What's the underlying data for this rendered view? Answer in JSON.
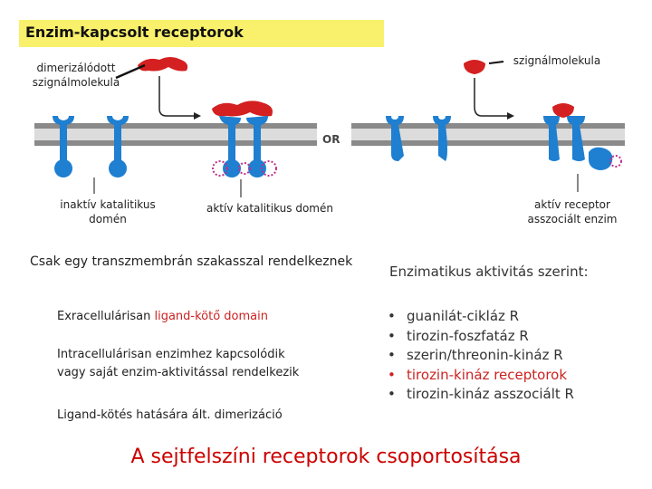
{
  "title": "Enzim-kapcsolt receptorok",
  "diagram": {
    "label_dimer_ligand": [
      "dimerizálódott",
      "szignálmolekula"
    ],
    "label_signal": "szignálmolekula",
    "label_or": "OR",
    "label_inactive": [
      "inaktív katalitikus",
      "domén"
    ],
    "label_active": "aktív katalitikus domén",
    "label_assoc": [
      "aktív receptor",
      "asszociált enzim"
    ]
  },
  "left": {
    "subtitle": "Csak egy transzmembrán szakasszal rendelkeznek",
    "item1_prefix": "Exracellulárisan ",
    "item1_highlight": "ligand-kötő domain",
    "item2_line1": "Intracellulárisan enzimhez kapcsolódik",
    "item2_line2": "vagy saját enzim-aktivitással rendelkezik",
    "item3": "Ligand-kötés hatására ált. dimerizáció"
  },
  "right": {
    "heading": "Enzimatikus aktivitás szerint:",
    "items": [
      {
        "text": "guanilát-cikláz R",
        "highlight": false
      },
      {
        "text": "tirozin-foszfatáz R",
        "highlight": false
      },
      {
        "text": "szerin/threonin-kináz R",
        "highlight": false
      },
      {
        "text": "tirozin-kináz receptorok",
        "highlight": true
      },
      {
        "text": "tirozin-kináz asszociált R",
        "highlight": false
      }
    ]
  },
  "footer": "A sejtfelszíni receptorok csoportosítása",
  "colors": {
    "receptor": "#1f7fd0",
    "ligand": "#d42020",
    "membrane": "#8a8a8a",
    "title_bg": "#f9f06b",
    "accent_text": "#cc2222",
    "phospho": "#c0308a"
  }
}
